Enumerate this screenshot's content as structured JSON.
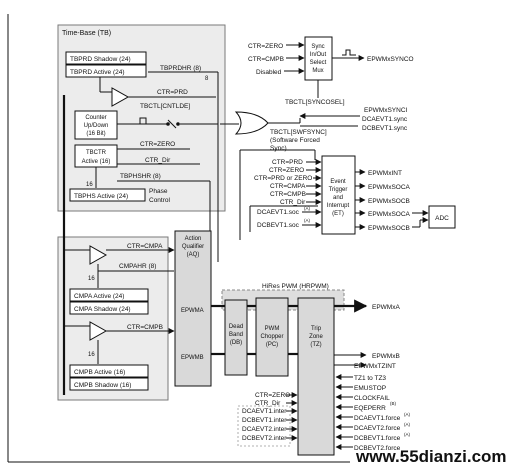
{
  "regions": {
    "time_base": "Time-Base (TB)",
    "hires": "HiRes PWM (HRPWM)"
  },
  "tb": {
    "tbprd_shadow": "TBPRD Shadow (24)",
    "tbprd_active": "TBPRD Active (24)",
    "tbprdhr": "TBPRDHR (8)",
    "eight": "8",
    "ctr_prd": "CTR=PRD",
    "tbctl_cntlde": "TBCTL[CNTLDE]",
    "counter": [
      "Counter",
      "Up/Down",
      "(16 Bit)"
    ],
    "ctr_zero": "CTR=ZERO",
    "tbctr": [
      "TBCTR",
      "Active (16)"
    ],
    "ctr_dir": "CTR_Dir",
    "tbphshr": "TBPHSHR (8)",
    "sixteen": "16",
    "tbphs_active": "TBPHS Active (24)",
    "phase_control": [
      "Phase",
      "Control"
    ]
  },
  "sync": {
    "ctr_zero": "CTR=ZERO",
    "ctr_cmpb": "CTR=CMPB",
    "disabled": "Disabled",
    "mux": [
      "Sync",
      "In/Out",
      "Select",
      "Mux"
    ],
    "out": "EPWMxSYNCO",
    "tbctl_syncosel": "TBCTL[SYNCOSEL]",
    "epwmxsynci": "EPWMxSYNCI",
    "dcaevt1_sync": "DCAEVT1.sync",
    "dcbevt1_sync": "DCBEVT1.sync",
    "swfsync": [
      "TBCTL[SWFSYNC]",
      "(Software Forced",
      "Sync)"
    ]
  },
  "et": {
    "inputs": [
      "CTR=PRD",
      "CTR=ZERO",
      "CTR=PRD or ZERO",
      "CTR=CMPA",
      "CTR=CMPB",
      "CTR_Dir"
    ],
    "dcaevt1_soc": "DCAEVT1.soc",
    "dcbevt1_soc": "DCBEVT1.soc",
    "note": "(A)",
    "block": [
      "Event",
      "Trigger",
      "and",
      "Interrupt",
      "(ET)"
    ],
    "outputs": [
      "EPWMxINT",
      "EPWMxSOCA",
      "EPWMxSOCB",
      "EPWMxSOCA",
      "EPWMxSOCB"
    ],
    "adc": "ADC"
  },
  "aq": {
    "block": [
      "Action",
      "Qualifier",
      "(AQ)"
    ],
    "epwma": "EPWMA",
    "epwmb": "EPWMB"
  },
  "cmp": {
    "ctr_cmpa": "CTR=CMPA",
    "cmpahr": "CMPAHR (8)",
    "sixteen_a": "16",
    "cmpa_active": "CMPA Active (24)",
    "cmpa_shadow": "CMPA Shadow (24)",
    "ctr_cmpb": "CTR=CMPB",
    "sixteen_b": "16",
    "cmpb_active": "CMPB Active (16)",
    "cmpb_shadow": "CMPB Shadow (16)"
  },
  "db": [
    "Dead",
    "Band",
    "(DB)"
  ],
  "pc": [
    "PWM",
    "Chopper",
    "(PC)"
  ],
  "tz": {
    "block": [
      "Trip",
      "Zone",
      "(TZ)"
    ],
    "out_a": "EPWMxA",
    "out_b": "EPWMxB",
    "tzint": "EPWMxTZINT",
    "tz_pins": "TZ1 to TZ3",
    "emustop": "EMUSTOP",
    "clockfail": "CLOCKFAIL",
    "eqeperr": "EQEPERR",
    "eqeperr_note": "(B)",
    "dcaevt1_force": "DCAEVT1.force",
    "dcaevt2_force": "DCAEVT2.force",
    "dcbevt1_force": "DCBEVT1.force",
    "dcbevt2_force": "DCBEVT2.force",
    "force_note": "(A)",
    "ctr_zero": "CTR=ZERO",
    "ctr_dir": "CTR_Dir",
    "inter_inputs": [
      "DCAEVT1.inter",
      "DCBEVT1.inter",
      "DCAEVT2.inter",
      "DCBEVT2.inter"
    ]
  },
  "watermark": "www.55dianzi.com"
}
